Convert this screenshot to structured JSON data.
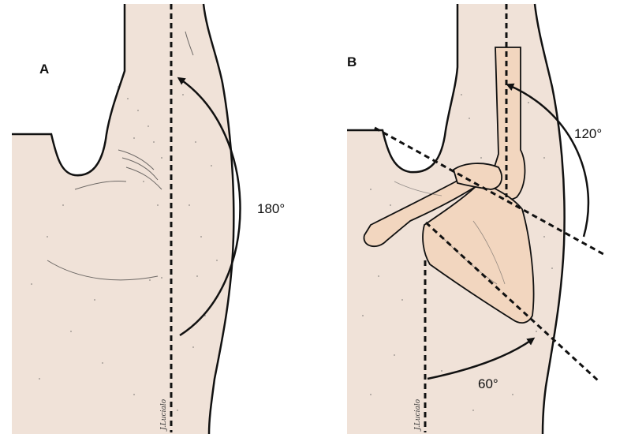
{
  "panels": [
    {
      "letter": "A",
      "angle": "180°",
      "signature": "J.Lucialo"
    },
    {
      "letter": "B",
      "angle_upper": "120°",
      "angle_lower": "60°",
      "signature": "J.Lucialo"
    }
  ],
  "colors": {
    "skin": "#f0e2d8",
    "bone": "#f2d6bf",
    "outline": "#111111",
    "background": "#ffffff"
  }
}
